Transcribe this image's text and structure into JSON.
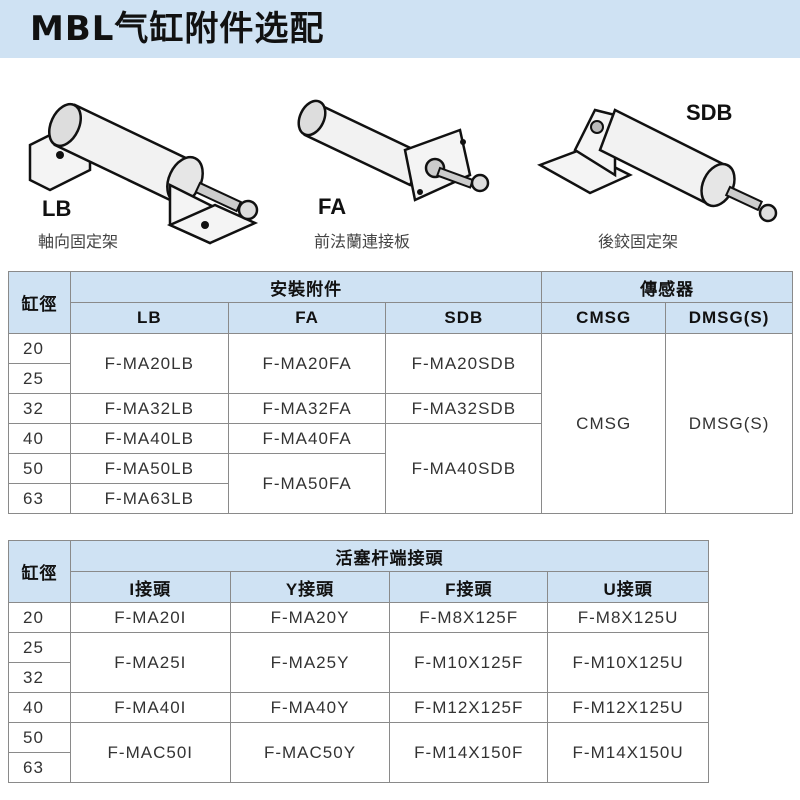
{
  "title": "MBL气缸附件选配",
  "products": [
    {
      "code": "LB",
      "name": "軸向固定架"
    },
    {
      "code": "FA",
      "name": "前法蘭連接板"
    },
    {
      "code": "SDB",
      "name": "後鉸固定架"
    }
  ],
  "table1": {
    "bore_header": "缸徑",
    "group1_header": "安裝附件",
    "group2_header": "傳感器",
    "cols": [
      "LB",
      "FA",
      "SDB",
      "CMSG",
      "DMSG(S)"
    ],
    "bores": [
      "20",
      "25",
      "32",
      "40",
      "50",
      "63"
    ],
    "lb": [
      "F-MA20LB",
      "F-MA32LB",
      "F-MA40LB",
      "F-MA50LB",
      "F-MA63LB"
    ],
    "fa": [
      "F-MA20FA",
      "F-MA32FA",
      "F-MA40FA",
      "F-MA50FA"
    ],
    "sdb": [
      "F-MA20SDB",
      "F-MA32SDB",
      "F-MA40SDB"
    ],
    "cmsg": "CMSG",
    "dmsg": "DMSG(S)"
  },
  "table2": {
    "bore_header": "缸徑",
    "group_header": "活塞杆端接頭",
    "cols": [
      "I接頭",
      "Y接頭",
      "F接頭",
      "U接頭"
    ],
    "bores": [
      "20",
      "25",
      "32",
      "40",
      "50",
      "63"
    ],
    "rows": [
      [
        "F-MA20I",
        "F-MA20Y",
        "F-M8X125F",
        "F-M8X125U"
      ],
      [
        "F-MA25I",
        "F-MA25Y",
        "F-M10X125F",
        "F-M10X125U"
      ],
      [
        "F-MA40I",
        "F-MA40Y",
        "F-M12X125F",
        "F-M12X125U"
      ],
      [
        "F-MAC50I",
        "F-MAC50Y",
        "F-M14X150F",
        "F-M14X150U"
      ]
    ]
  }
}
